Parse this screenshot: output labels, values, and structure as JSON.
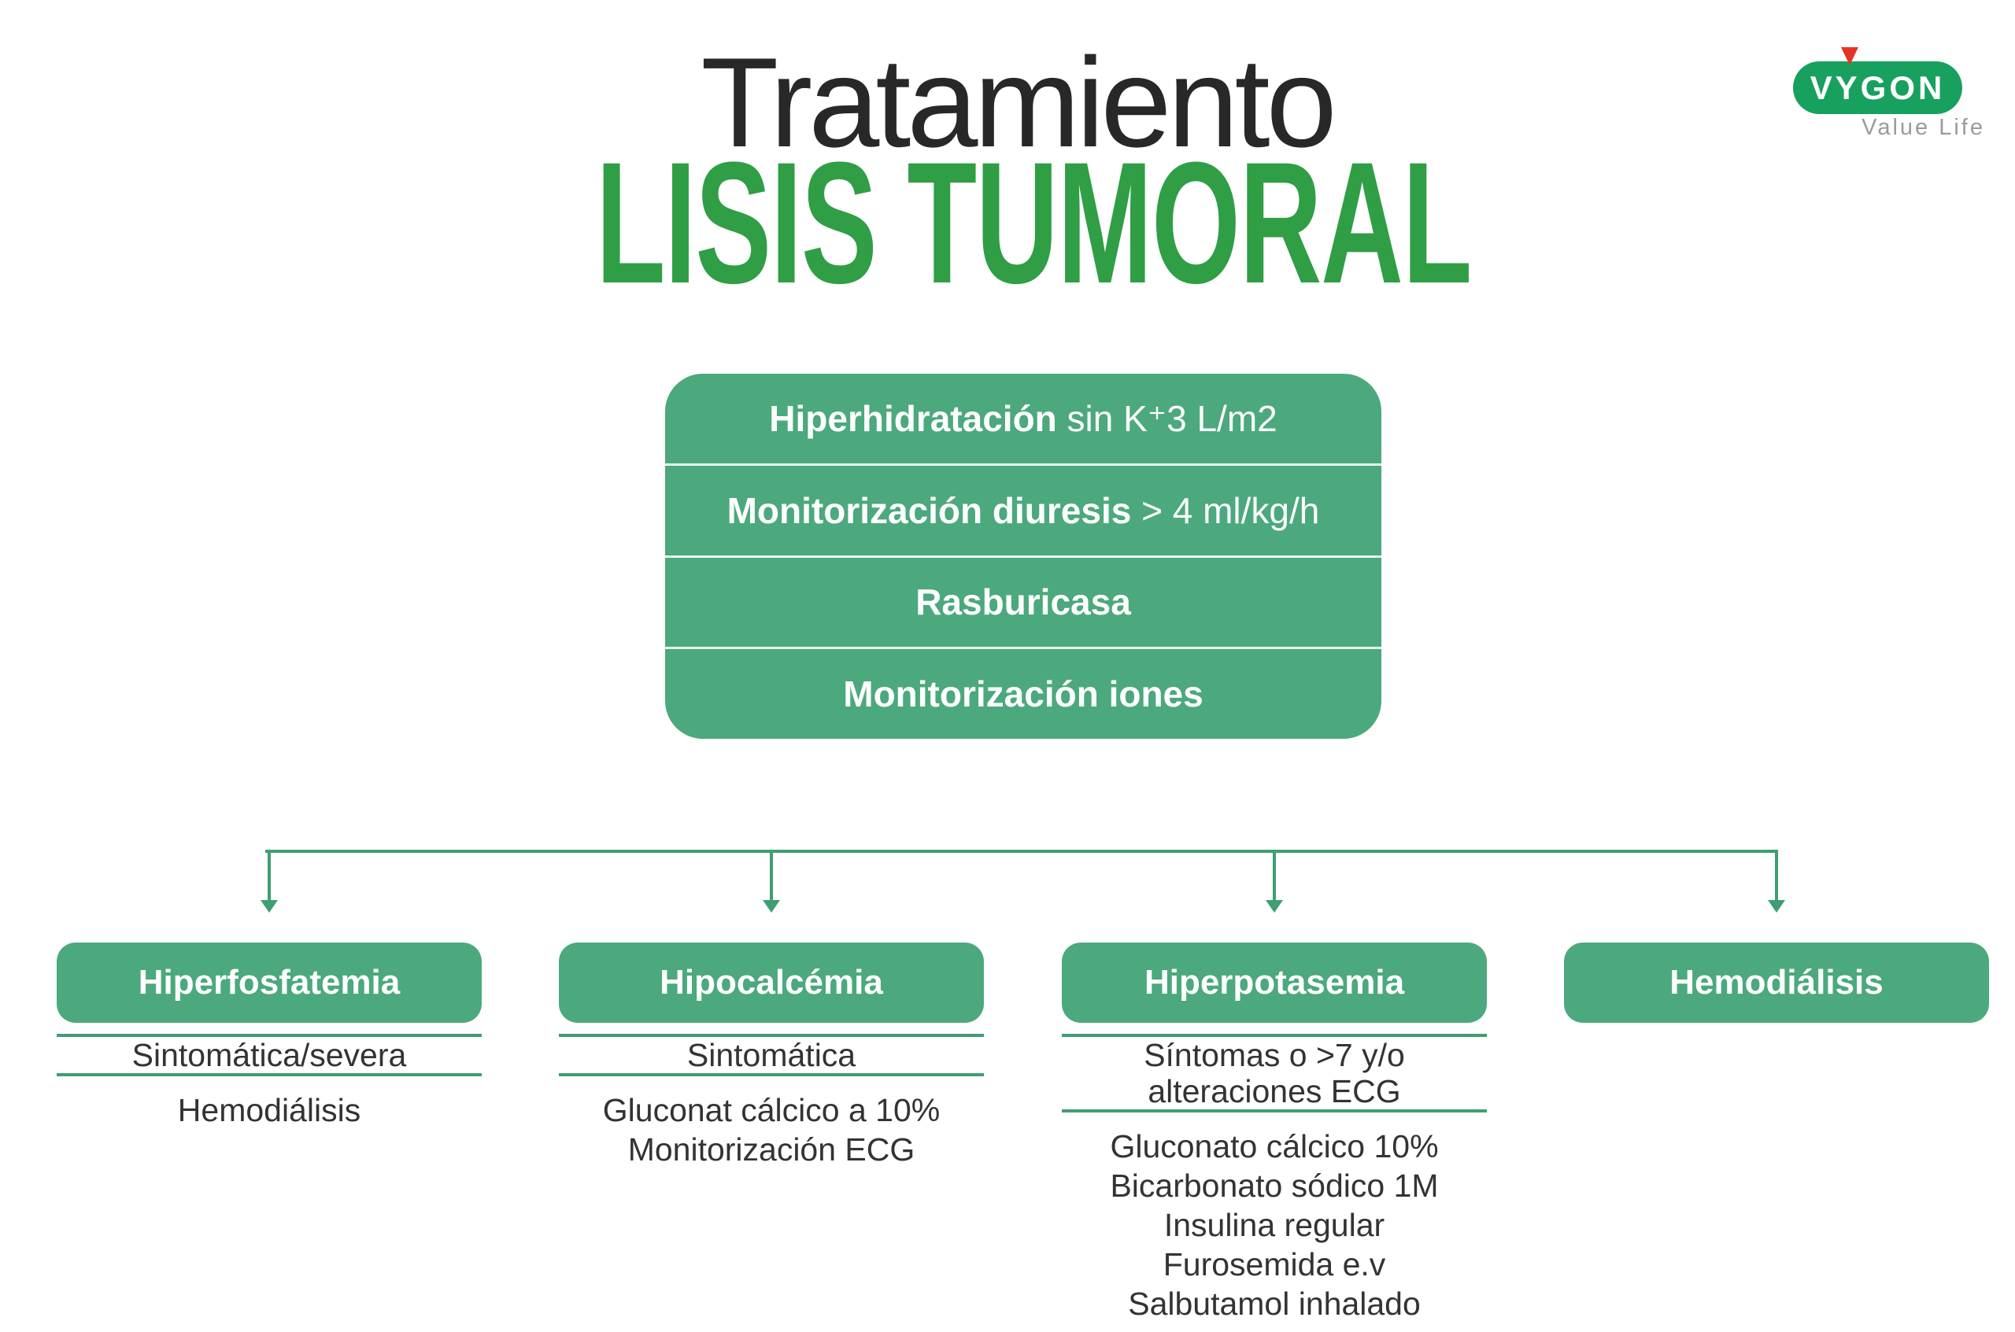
{
  "title": {
    "line1": "Tratamiento",
    "line2": "LISIS TUMORAL",
    "line1_color": "#282828",
    "line2_color": "#2f9e45"
  },
  "logo": {
    "name": "VYGON",
    "tagline": "Value Life",
    "pill_color": "#18a05f",
    "triangle_color": "#e63226",
    "tagline_color": "#9b9b9b"
  },
  "colors": {
    "box_green": "#4ba97d",
    "line_green": "#3f9e72",
    "text_dark": "#333333",
    "background": "#ffffff"
  },
  "protocol_box": {
    "rows": [
      {
        "bold": "Hiperhidratación",
        "rest": " sin K⁺3 L/m2"
      },
      {
        "bold": "Monitorización diuresis",
        "rest": " > 4 ml/kg/h"
      },
      {
        "bold": "Rasburicasa",
        "rest": ""
      },
      {
        "bold": "Monitorización iones",
        "rest": ""
      }
    ]
  },
  "columns": [
    {
      "header": "Hiperfosfatemia",
      "condition_lines": [
        "Sintomática/severa"
      ],
      "treatment_lines": [
        "Hemodiálisis"
      ]
    },
    {
      "header": "Hipocalcémia",
      "condition_lines": [
        "Sintomática"
      ],
      "treatment_lines": [
        "Gluconat cálcico a 10%",
        "Monitorización ECG"
      ]
    },
    {
      "header": "Hiperpotasemia",
      "condition_lines": [
        "Síntomas o >7 y/o",
        "alteraciones ECG"
      ],
      "treatment_lines": [
        "Gluconato cálcico 10%",
        "Bicarbonato sódico 1M",
        "Insulina regular",
        "Furosemida e.v",
        "Salbutamol inhalado"
      ]
    },
    {
      "header": "Hemodiálisis",
      "condition_lines": [],
      "treatment_lines": []
    }
  ]
}
